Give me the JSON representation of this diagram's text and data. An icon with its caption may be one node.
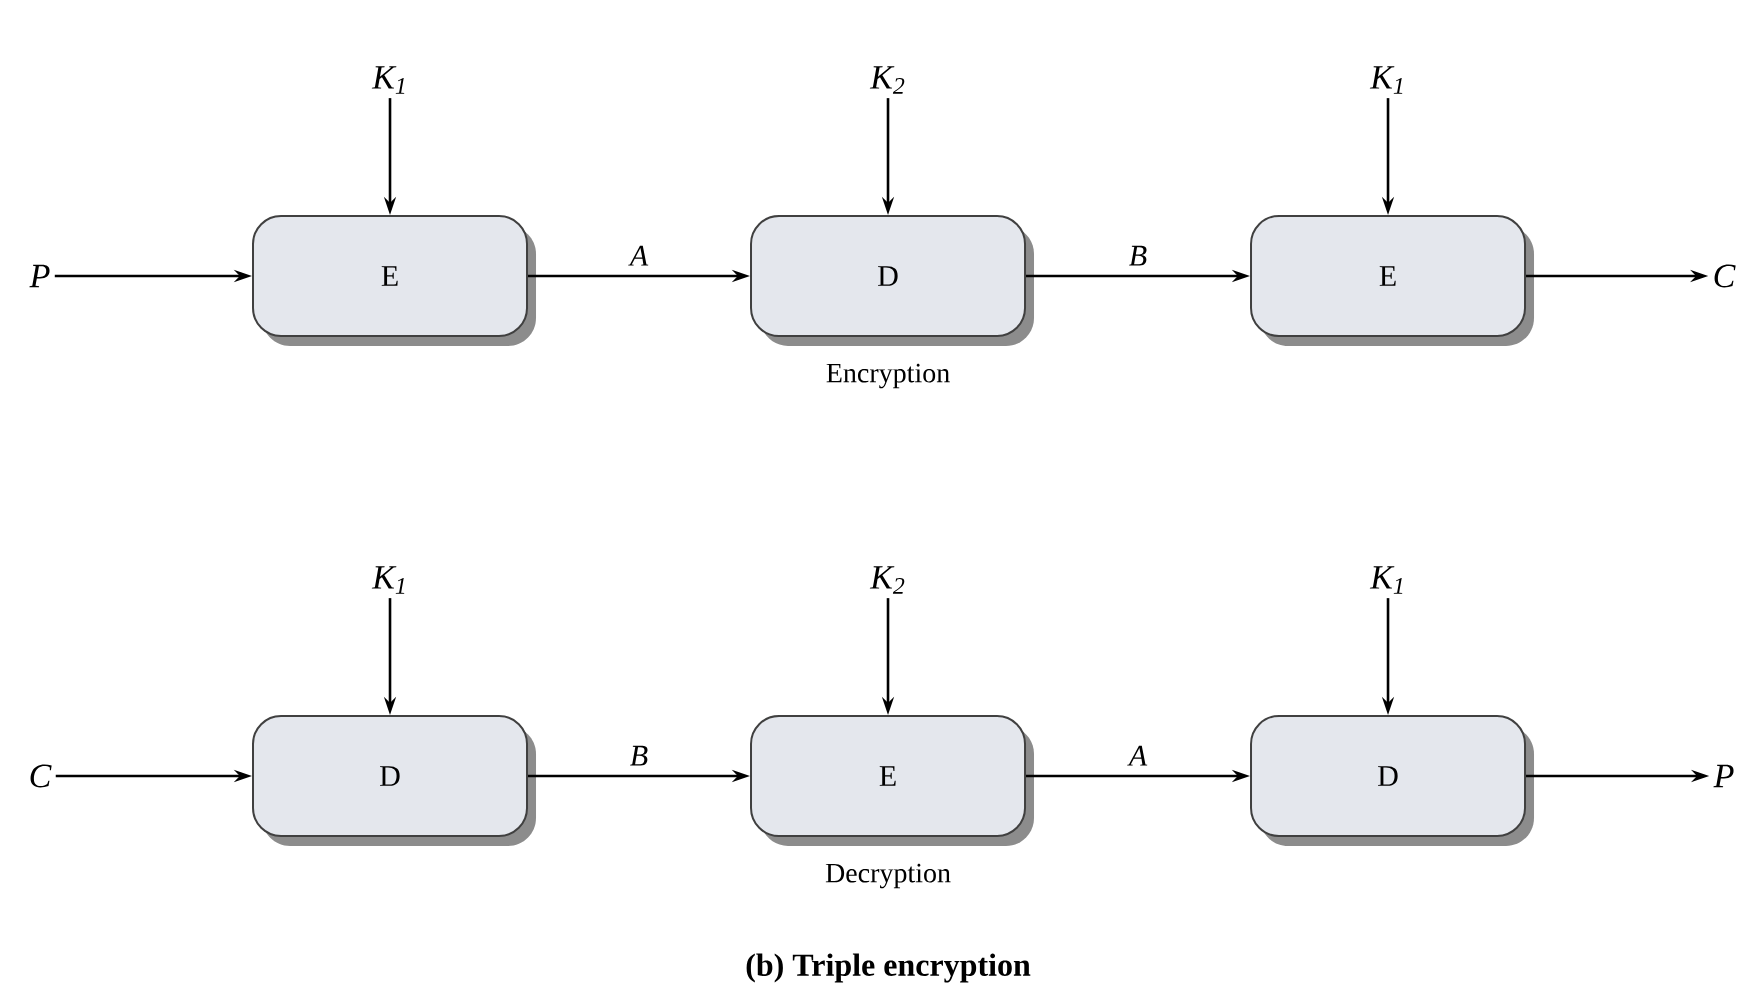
{
  "diagram": {
    "caption": "(b) Triple encryption",
    "nodes": [
      {
        "text": [
          "K$_{1}$"
        ]
      },
      {
        "text": [
          "K$_{2}$"
        ]
      },
      {
        "text": [
          "K$_{1}$"
        ]
      },
      {
        "text": [
          "P"
        ]
      },
      {
        "text": [
          "E"
        ]
      },
      {
        "text": [
          "D"
        ],
        "beside": [
          "Encryption"
        ]
      },
      {
        "text": [
          "E"
        ]
      },
      {
        "text": [
          "C"
        ]
      },
      {
        "text": [
          "K$_{1}$"
        ]
      },
      {
        "text": [
          "K$_{2}$"
        ]
      },
      {
        "text": [
          "K$_{1}$"
        ]
      },
      {
        "text": [
          "C"
        ]
      },
      {
        "text": [
          "D"
        ]
      },
      {
        "text": [
          "E"
        ],
        "beside": [
          "Decryption"
        ]
      },
      {
        "text": [
          "D"
        ]
      },
      {
        "text": [
          "P"
        ]
      }
    ],
    "edges": [
      {
        "from": 0,
        "to": 4,
        "arrow": "to"
      },
      {
        "from": 1,
        "to": 5,
        "arrow": "to"
      },
      {
        "from": 2,
        "to": 6,
        "arrow": "to"
      },
      {
        "from": 3,
        "to": 4,
        "arrow": "to"
      },
      {
        "from": 4,
        "to": 5,
        "arrow": "to",
        "label": "A"
      },
      {
        "from": 5,
        "to": 6,
        "arrow": "to",
        "label": "B"
      },
      {
        "from": 6,
        "to": 7,
        "arrow": "to"
      },
      {
        "from": 8,
        "to": 12,
        "arrow": "to"
      },
      {
        "from": 9,
        "to": 13,
        "arrow": "to"
      },
      {
        "from": 10,
        "to": 14,
        "arrow": "to"
      },
      {
        "from": 11,
        "to": 12,
        "arrow": "to"
      },
      {
        "from": 12,
        "to": 13,
        "arrow": "to",
        "label": "B"
      },
      {
        "from": 13,
        "to": 14,
        "arrow": "to",
        "label": "A"
      },
      {
        "from": 14,
        "to": 15,
        "arrow": "to"
      }
    ]
  }
}
